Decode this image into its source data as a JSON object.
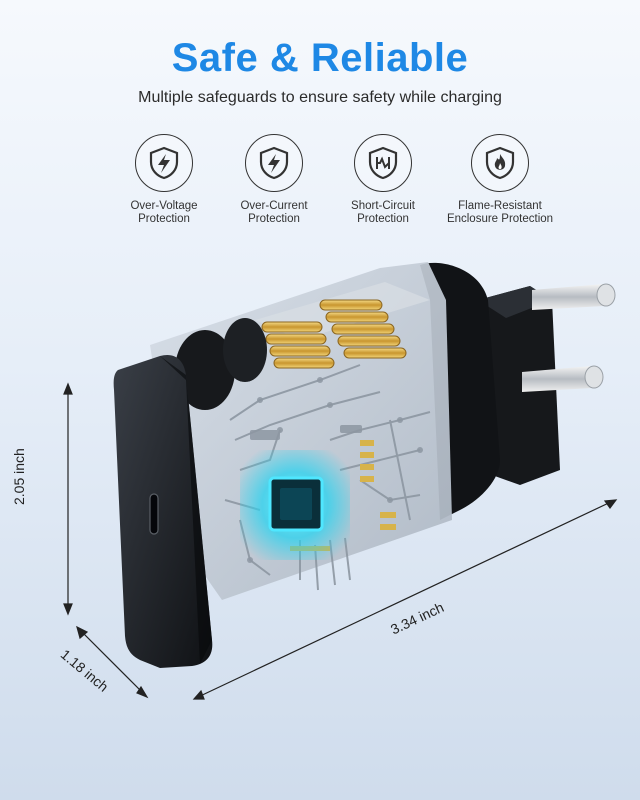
{
  "header": {
    "title": "Safe & Reliable",
    "subtitle": "Multiple safeguards to ensure safety while charging"
  },
  "features": [
    {
      "icon": "shield-lightning-icon",
      "line1": "Over-Voltage",
      "line2": "Protection"
    },
    {
      "icon": "shield-lightning-icon",
      "line1": "Over-Current",
      "line2": "Protection"
    },
    {
      "icon": "shield-circuit-icon",
      "line1": "Short-Circuit",
      "line2": "Protection"
    },
    {
      "icon": "shield-flame-icon",
      "line1": "Flame-Resistant",
      "line2": "Enclosure Protection"
    }
  ],
  "dimensions": {
    "height": "2.05 inch",
    "depth": "1.18 inch",
    "length": "3.34 inch"
  },
  "colors": {
    "accent": "#1e88e5",
    "chip_glow": "#27d3f0",
    "trace": "#9aa3ad",
    "gold": "#d7b34a"
  }
}
